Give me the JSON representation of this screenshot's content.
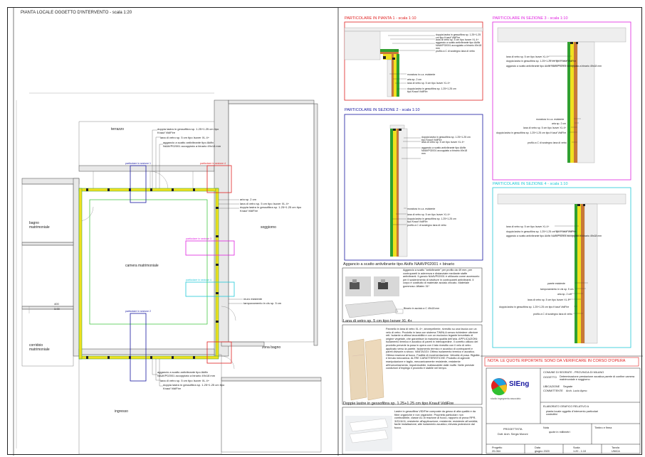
{
  "plan": {
    "title": "PIANTA LOCALE OGGETTO D'INTERVENTO - scala 1:20",
    "rooms": {
      "terrazzo": "terrazzo",
      "bagno": "bagno matrimoniale",
      "camera": "camera matrimoniale",
      "soggiorno": "soggiorno",
      "corridoio": "corridoio matrimoniale",
      "zona_bagno": "zona bagno",
      "ingresso": "ingresso"
    },
    "dims": {
      "d1": "400",
      "d2": "3.00"
    },
    "markers": {
      "m_top": "particolare in sezione 4",
      "m_top2": "particolare in sezione 1",
      "m_right_mag": "particolare in sezione 3",
      "m_right_cy": "particolare in sezione 4",
      "m_bottom": "particolare in sezione 2"
    },
    "notes": {
      "top_a": "doppia lastra in gessofibra sp. 1.25+1.25 cm tipo Knauf VidiFire",
      "top_b": "lana di vetro sp. 5 cm tipo Isover XL 4+",
      "top_c": "aggancio a scatto antivibrante tipo Akifix NAAVP02001 accoppiato a binario 49x18 mm",
      "right_a": "aria sp. 2 cm",
      "right_b": "lana di vetro sp. 5 cm tipo Isover XL 4+",
      "right_c": "doppia lastra in gessofibra sp. 1.25+1.25 cm tipo Knauf VidiFire",
      "right_d": "muro esistente",
      "right_e": "tamponamento in cls sp. 5 cm",
      "bot_a": "aggancio a scatto antivibrante tipo Akifix NAAVP02001 accoppiato a binario 49x18 mm",
      "bot_b": "lana di vetro sp. 5 cm tipo Isover XL 4+",
      "bot_c": "doppia lastra in gessofibra sp. 1.25+1.25 cm tipo Knauf VidiFire"
    }
  },
  "det1": {
    "title": "PARTICOLARE IN PIANTA 1 - scala 1:10",
    "labels": [
      "doppia lastra in gessofibra sp. 1.25+1.25 cm tipo Knauf VidiFire",
      "lana di vetro sp. 5 cm tipo Isover XL 4+",
      "aggancio a scatto antivibrante tipo Akifix NAAVP02001 accoppiato a binario 49x18 mm",
      "profilo a C di sostegno lana di vetro",
      "muratura in c.a. esistente",
      "aria sp. 2 cm",
      "lana di vetro sp. 5 cm tipo Isover XL 4+",
      "doppia lastra in gessofibra sp. 1.25+1.25 cm tipo Knauf VidiFire"
    ]
  },
  "det2": {
    "title": "PARTICOLARE IN SEZIONE 2 - scala 1:10",
    "labels": [
      "doppia lastra in gessofibra sp. 1.25+1.25 cm tipo Knauf VidiFire",
      "lana di vetro sp. 5 cm tipo Isover XL 4+",
      "aggancio a scatto antivibrante tipo Akifix NAAVP02001 accoppiato a binario 49x18 mm",
      "muratura in c.a. esistente",
      "lana di vetro sp. 5 cm tipo Isover XL 4+",
      "doppia lastra in gessofibra sp. 1.25+1.25 cm tipo Knauf VidiFire",
      "profilo a C di sostegno lana di vetro"
    ]
  },
  "det3": {
    "title": "PARTICOLARE IN SEZIONE 3 - scala 1:10",
    "labels_top": [
      "lana di vetro sp. 5 cm tipo Isover XL 4+",
      "doppia lastra in gessofibra sp. 1.25+1.25 cm tipo Knauf VidiFire",
      "aggancio a scatto antivibrante tipo Akifix NAAVP02001 accoppiato a binario 49x18 mm"
    ],
    "labels_bot": [
      "muratura in c.a. esistente",
      "aria sp. 2 cm",
      "lana di vetro sp. 5 cm tipo Isover XL 4+",
      "doppia lastra in gessofibra sp. 1.25+1.25 cm tipo Knauf VidiFire",
      "profilo a C di sostegno lana di vetro"
    ]
  },
  "det4": {
    "title": "PARTICOLARE IN SEZIONE 4 - scala 1:10",
    "labels_top": [
      "lana di vetro sp. 5 cm tipo Isover XL 4+",
      "doppia lastra in gessofibra sp. 1.25+1.25 cm tipo Knauf VidiFire",
      "aggancio a scatto antivibrante tipo Akifix NAAVP02001 accoppiato a binario 49x18 mm"
    ],
    "labels_bot": [
      "parete esistente",
      "tamponamento in cls sp. 5 cm",
      "aria sp. 2 cm",
      "lana di vetro sp. 5 cm tipo Isover XL 4+",
      "doppia lastra in gessofibra sp. 1.25+1.25 cm tipo Knauf VidiFire",
      "profilo a C di sostegno lana di vetro"
    ]
  },
  "aggancio": {
    "title": "Aggancio a scatto antivibrante tipo Akifix NAAVP02001 + binario",
    "text": "Aggancio a scatto \"antivibrante\" per profilo da 49 mm, per contropareti in aderenza e distanziate mediante staffe antivibranti. Il gancio NAAVP02001 è utilizzato come accessorio per il sostenimento di strutture in contropareti antivibranti. Il corpo è costituito di materiale acciaio zincato. Materiale gommoso: Aflaten 31*",
    "caption": "Binario in acciaio a C 49x18 mm"
  },
  "lana": {
    "title": "Lana di vetro sp. 5 cm tipo Isover XL 4+",
    "text": "Pannello in lana di vetro XL 4+, idrorepellente, rivestito su una faccia con un velo di vetro. Prodotto in lana con sistema TWINLA senza richiedere ulteriore reti. Isolante a ottima lavorabilità e con un esclusivo legante brevettato di origine vegetale, che garantisce la massima qualità dell'aria. APPLICAZIONI: Isolamento termico e acustico di pareti in intercapedine. Il corretto utilizzo del prodotto prevede la posa in opera con il lato rivestito con il velo di vetro applicato verso la parete. Isolamento termico e acustico di contropareti e pareti divisorie a secco. VANTAGGI: Ottimo isolamento termico e acustico. Ottima reazione al fuoco. Facilità di movimentazione. Velocità di posa. Rigidità e tenuta meccanica. ALTRE CARATTERISTICHE: Prodotto di agevole manipolazione e taglio, meccanicamente resistente, resistente all'invecchiamento, imputrescibile, inattaccabile dalle muffe. Nelle previste condizioni d'impiego il prodotto è stabile nel tempo."
  },
  "lastre": {
    "title": "Doppie lastre in gessofibra sp. 1.25+1.25 cm tipo Knauf VidiFire",
    "text": "Lastre in gessofibra VIDIFire composte da gesso di alta qualità e da fibre organiche e non organiche. Proprietà particolari: non combustibile, classe A1 di reazione al fuoco, rapporto di prova RPR-3/22/A/11; resistente all'applicazione; resistente; resistente all'umidità; facile installazione; alte isolamento acustico; elevata protezione dal fuoco."
  },
  "note_verify": "NOTA: LE QUOTE RIPORTATE SONO DA VERIFICARE IN CORSO D'OPERA",
  "titleblock": {
    "logo": "SIEng",
    "logo_sub": "studio ingegneria associato",
    "rows": [
      {
        "k": "",
        "v": "COMUNE DI SEGRATE - PROVINCIA DI MILANO"
      },
      {
        "k": "OGGETTO",
        "v": "Determinazione prestazione acustica parete di confine camera matrimoniale e soggiorno"
      },
      {
        "k": "UBICAZIONE",
        "v": "Segrate"
      },
      {
        "k": "COMMITTENTE",
        "v": "Arch. Lucio Aymo"
      }
    ],
    "elab_label": "ELABORATO GRAFICO RELATIVO A",
    "elab_val": "pianta locale oggetto d'intervento particolari costruttivi",
    "nota_label": "Nota",
    "nota_val": "quote in millimetri",
    "progettista_label": "PROGETTISTA",
    "progettista_val": "Dott. Arch. Sergio Moroni",
    "firma_label": "Timbro e firma",
    "bottom": [
      {
        "k": "Progetto",
        "v": "20-064"
      },
      {
        "k": "Data",
        "v": "giugno 2020"
      },
      {
        "k": "Scala",
        "v": "1:20 - 1:10"
      },
      {
        "k": "Tavola",
        "v": "UNICA"
      }
    ]
  },
  "colors": {
    "red": "#e02020",
    "magenta": "#e020e0",
    "cyan": "#20c8d8",
    "blue": "#1818a0",
    "green": "#30c030",
    "yellow": "#f0e020",
    "brown": "#c87838"
  }
}
